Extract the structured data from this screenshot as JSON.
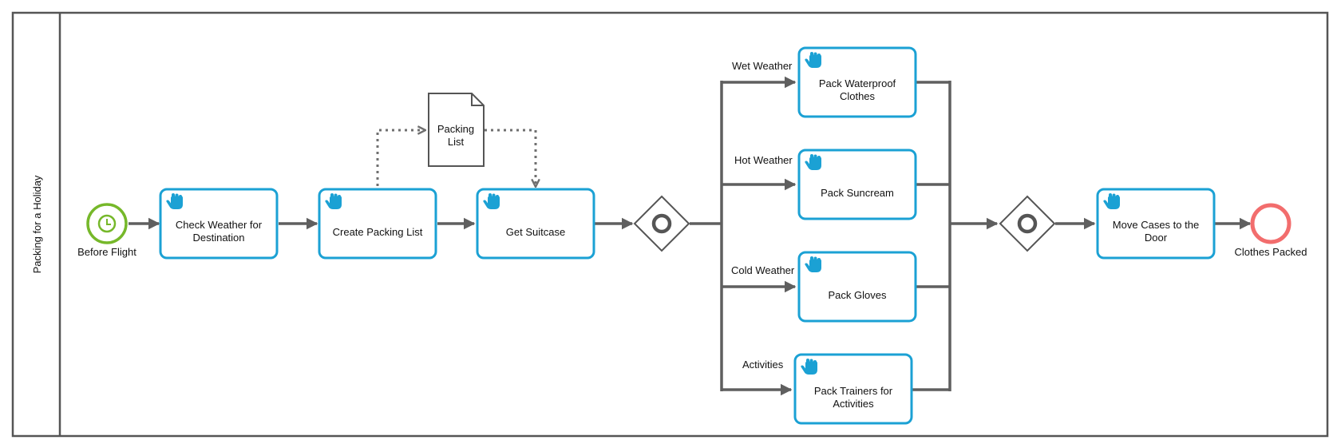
{
  "pool": {
    "lane_title": "Packing for a Holiday"
  },
  "start_event": {
    "label": "Before Flight",
    "icon": "timer-icon",
    "color": "#76b82a"
  },
  "end_event": {
    "label": "Clothes Packed",
    "color": "#f26d6d"
  },
  "data_object": {
    "label": [
      "Packing",
      "List"
    ]
  },
  "tasks": [
    {
      "id": "check-weather",
      "label": [
        "Check Weather for",
        "Destination"
      ],
      "icon": "hand-icon"
    },
    {
      "id": "create-list",
      "label": [
        "Create Packing List"
      ],
      "icon": "hand-icon"
    },
    {
      "id": "get-suitcase",
      "label": [
        "Get Suitcase"
      ],
      "icon": "hand-icon"
    },
    {
      "id": "pack-waterproof",
      "label": [
        "Pack Waterproof",
        "Clothes"
      ],
      "icon": "hand-icon"
    },
    {
      "id": "pack-suncream",
      "label": [
        "Pack Suncream"
      ],
      "icon": "hand-icon"
    },
    {
      "id": "pack-gloves",
      "label": [
        "Pack Gloves"
      ],
      "icon": "hand-icon"
    },
    {
      "id": "pack-trainers",
      "label": [
        "Pack Trainers for",
        "Activities"
      ],
      "icon": "hand-icon"
    },
    {
      "id": "move-cases",
      "label": [
        "Move Cases to the",
        "Door"
      ],
      "icon": "hand-icon"
    }
  ],
  "gateways": [
    {
      "id": "split",
      "type": "inclusive"
    },
    {
      "id": "join",
      "type": "inclusive"
    }
  ],
  "conditions": [
    "Wet Weather",
    "Hot Weather",
    "Cold Weather",
    "Activities"
  ],
  "colors": {
    "task_border": "#1ba1d4",
    "hand_icon": "#1ba1d4",
    "flow": "#5f5f5f",
    "pool_border": "#555555"
  }
}
